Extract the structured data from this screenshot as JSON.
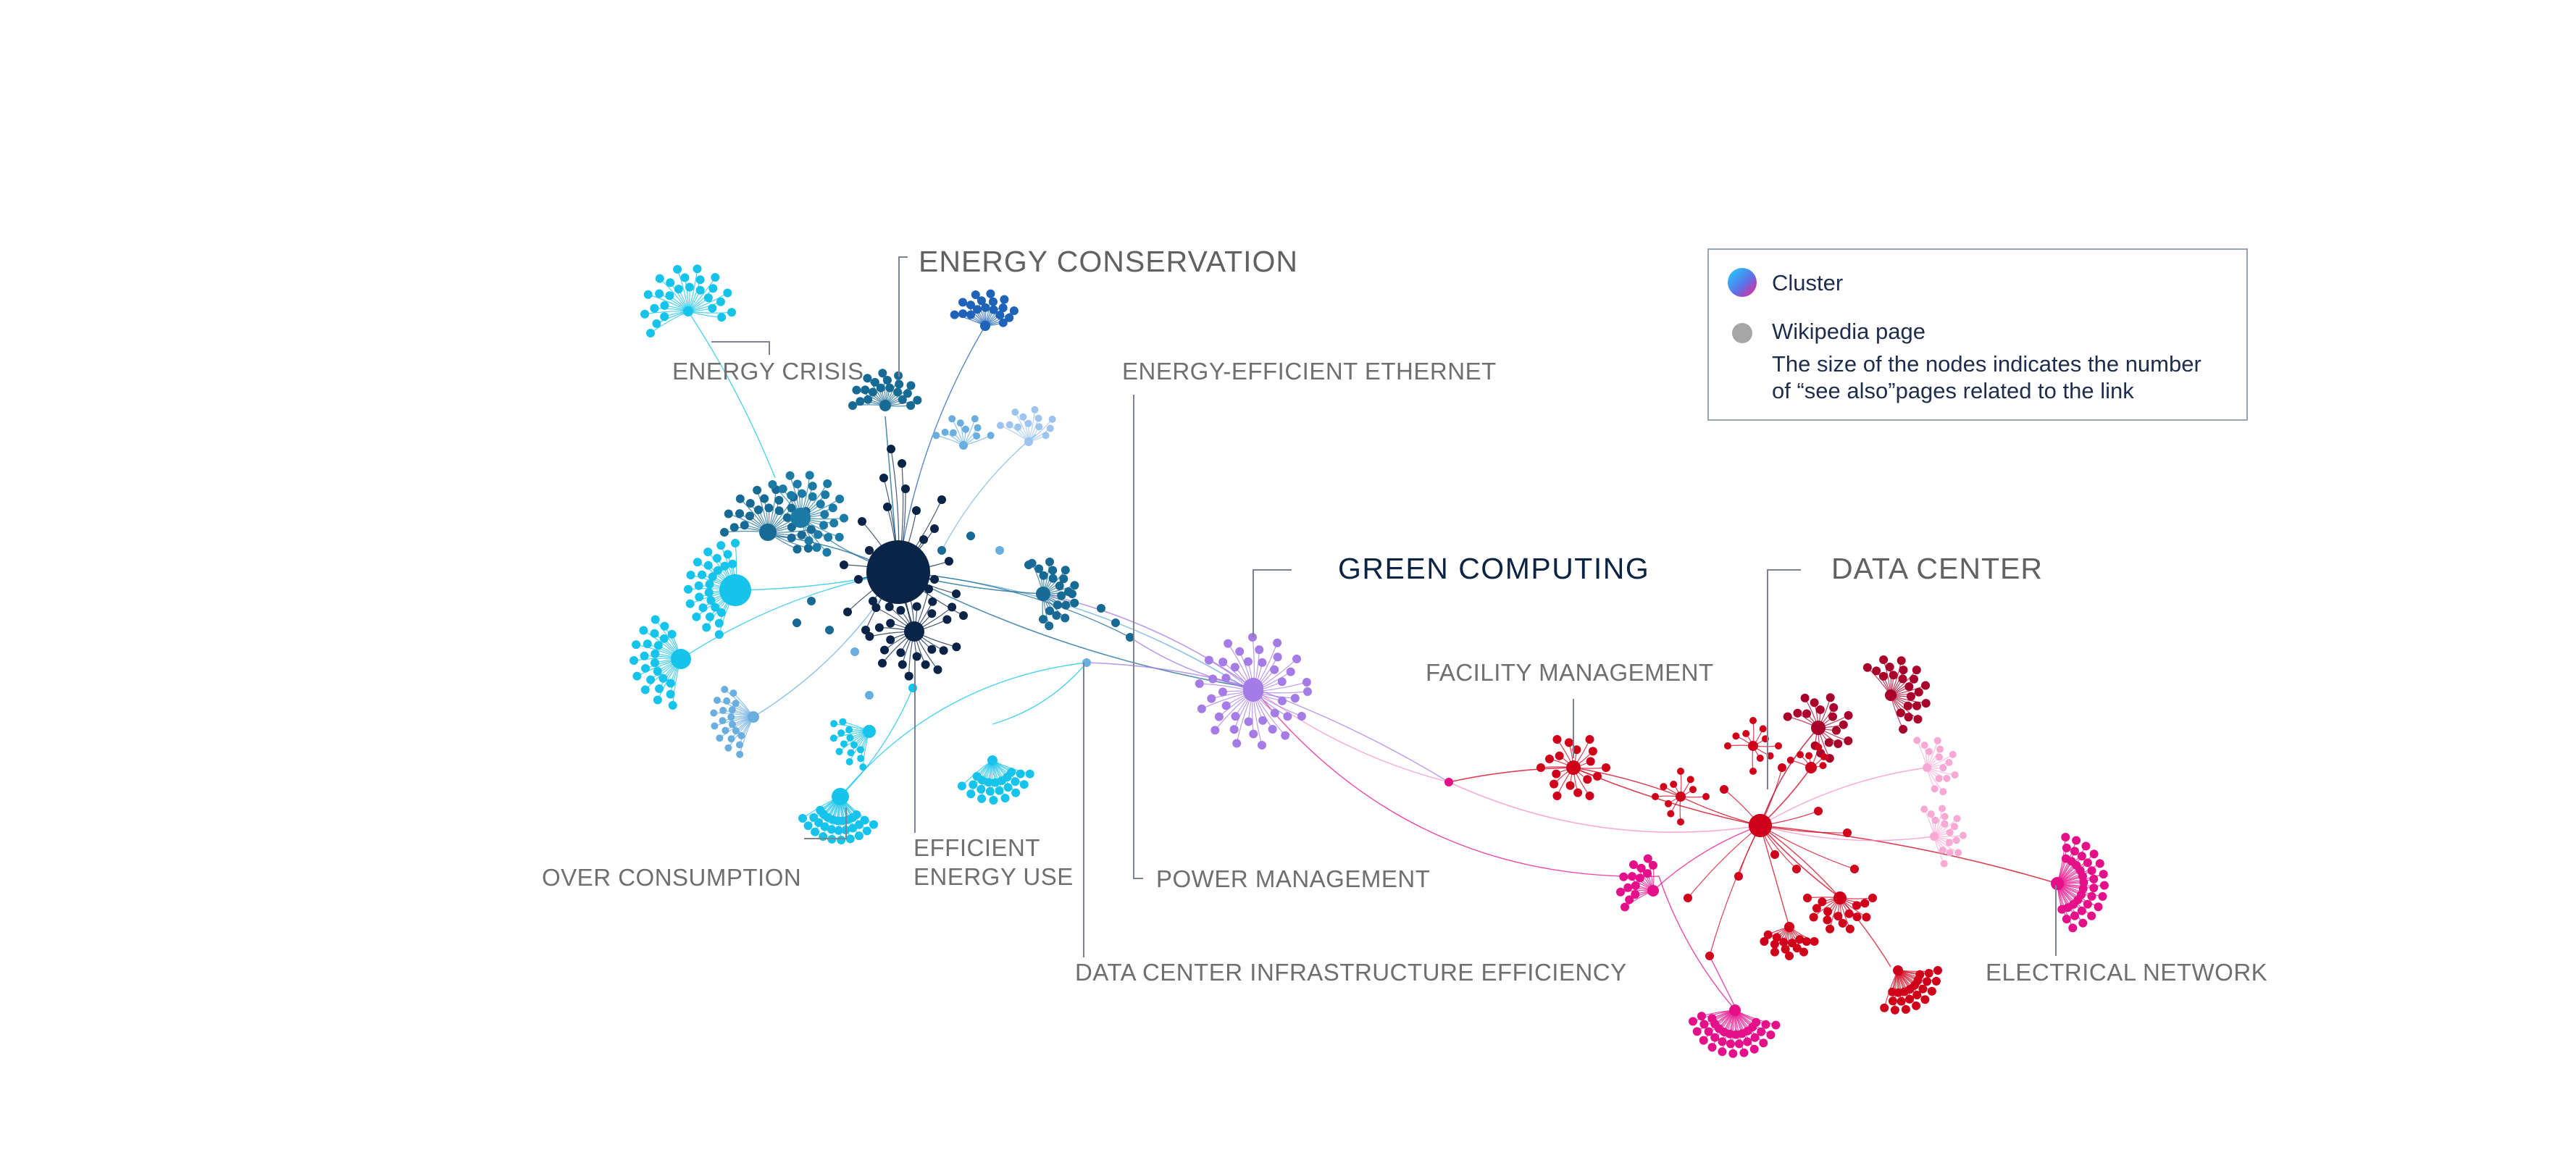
{
  "clusters": {
    "energy_conservation": {
      "label": "ENERGY CONSERVATION",
      "color": "#0a2447"
    },
    "green_computing": {
      "label": "GREEN  COMPUTING",
      "color": "#a57be6"
    },
    "data_center": {
      "label": "DATA CENTER",
      "color": "#d0001b"
    }
  },
  "labels": {
    "energy_crisis": "ENERGY CRISIS",
    "energy_efficient_ethernet": "ENERGY-EFFICIENT ETHERNET",
    "facility_management": "FACILITY MANAGEMENT",
    "over_consumption": "OVER CONSUMPTION",
    "efficient_energy_use_line1": "EFFICIENT",
    "efficient_energy_use_line2": "ENERGY USE",
    "power_management": "POWER MANAGEMENT",
    "data_center_infrastructure_efficiency": "DATA CENTER INFRASTRUCTURE EFFICIENCY",
    "electrical_network": "ELECTRICAL NETWORK"
  },
  "legend": {
    "cluster_label": "Cluster",
    "page_label": "Wikipedia page",
    "size_note_line1": "The size of the nodes indicates the number",
    "size_note_line2": "of “see also”pages related to the link"
  },
  "colors": {
    "navy": "#0a2447",
    "teal": "#176a94",
    "cyan": "#16c3ea",
    "blue": "#1e63b8",
    "lightblue": "#6aaee0",
    "purple": "#a57be6",
    "red": "#d0001b",
    "crimson": "#a8002a",
    "magenta": "#e60f8a",
    "pink": "#f58fc8",
    "label_grey": "#6f6f6f",
    "legend_border": "#9aa2b5"
  }
}
